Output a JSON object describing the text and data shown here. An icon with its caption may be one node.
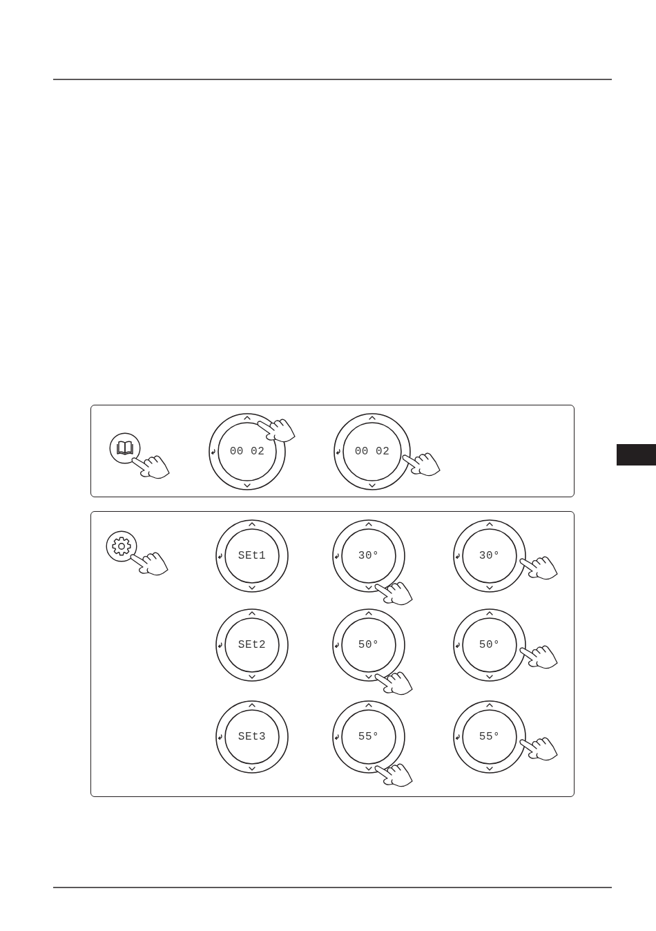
{
  "diagram": {
    "nodes": [
      {
        "text": [],
        "shape": "box"
      },
      {
        "text": [
          "00 02"
        ],
        "in": 0
      },
      {
        "text": [
          "00 02"
        ],
        "in": 0
      },
      {
        "text": [],
        "shape": "box"
      },
      {
        "text": [
          "SEt1"
        ],
        "in": 3
      },
      {
        "text": [
          "30°"
        ],
        "in": 3
      },
      {
        "text": [
          "30°"
        ],
        "in": 3
      },
      {
        "text": [
          "SEt2"
        ],
        "in": 3
      },
      {
        "text": [
          "50°"
        ],
        "in": 3
      },
      {
        "text": [
          "50°"
        ],
        "in": 3
      },
      {
        "text": [
          "SEt3"
        ],
        "in": 3
      },
      {
        "text": [
          "55°"
        ],
        "in": 3
      },
      {
        "text": [
          "55°"
        ],
        "in": 3
      }
    ]
  }
}
